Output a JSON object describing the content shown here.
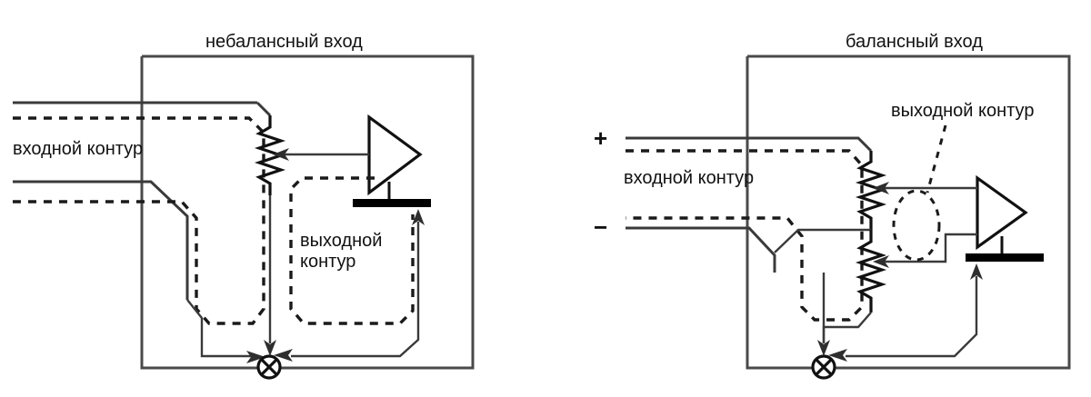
{
  "document": {
    "kind": "schematic-diagram",
    "subject": "grounding-loops-unbalanced-vs-balanced-input",
    "background_color": "#ffffff",
    "line_color": "#3a3a3a",
    "dashed_loop_color": "#1a1a1a",
    "ink_color": "#111111"
  },
  "panels": [
    {
      "id": "unbalanced",
      "title": "небалансный вход",
      "labels": {
        "input_loop": "входной контур",
        "output_loop_line1": "выходной",
        "output_loop_line2": "контур"
      },
      "components": {
        "amplifier": "amplifier-triangle",
        "resistor": "resistor-zigzag",
        "ground_symbol": "chassis-ground-bar",
        "star_point": "star-ground-cross-circle"
      }
    },
    {
      "id": "balanced",
      "title": "балансный вход",
      "labels": {
        "input_loop": "входной контур",
        "output_loop": "выходной контур",
        "positive_terminal": "+",
        "negative_terminal": "−"
      },
      "components": {
        "amplifier": "amplifier-triangle",
        "resistor_upper": "resistor-zigzag",
        "resistor_lower": "resistor-zigzag",
        "ground_symbol": "chassis-ground-bar",
        "star_point": "star-ground-cross-circle",
        "output_loop_marker": "dashed-ellipse"
      }
    }
  ]
}
